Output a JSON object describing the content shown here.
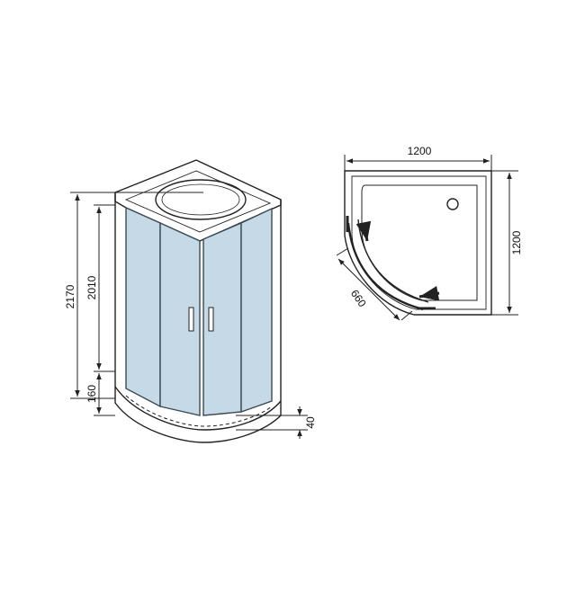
{
  "front_view": {
    "dimensions": {
      "total_height": "2170",
      "cabin_height": "2010",
      "tray_height": "160",
      "tray_depth": "40"
    }
  },
  "top_view": {
    "dimensions": {
      "width": "1200",
      "depth": "1200",
      "door_opening": "660"
    }
  },
  "colors": {
    "line": "#222222",
    "glass": "#c6d9e6",
    "glass_stroke": "#3a4a55"
  }
}
